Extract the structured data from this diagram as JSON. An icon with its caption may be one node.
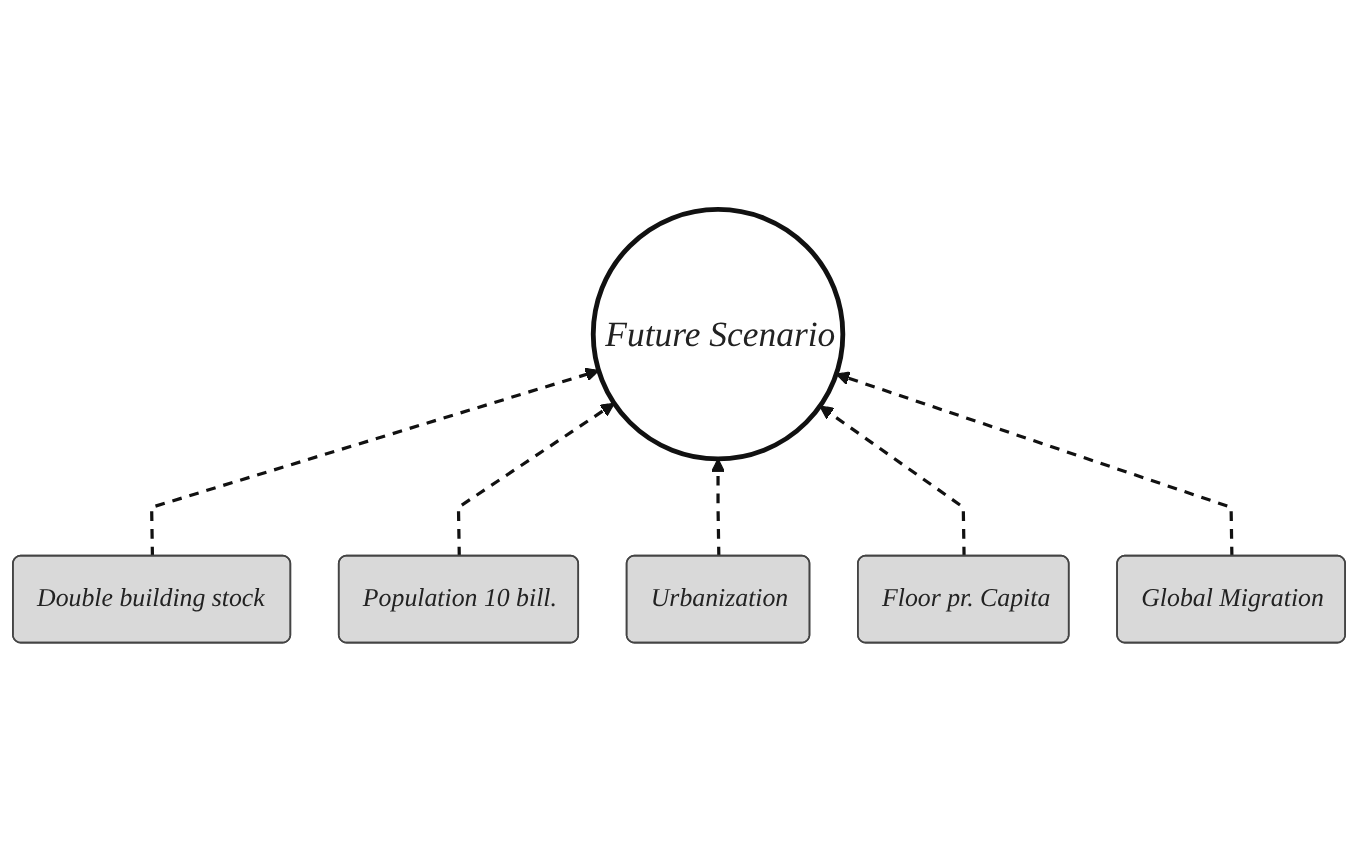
{
  "diagram": {
    "nodes": [
      {
        "text": [
          "Future Scenario"
        ]
      },
      {
        "text": [
          "Double building stock"
        ]
      },
      {
        "text": [
          "Population 10 bill."
        ]
      },
      {
        "text": [
          "Urbanization"
        ]
      },
      {
        "text": [
          "Floor pr. Capita"
        ]
      },
      {
        "text": [
          "Global Migration"
        ]
      }
    ],
    "edges": [
      {
        "from": 1,
        "to": 0,
        "arrow": "to",
        "style": "dashed"
      },
      {
        "from": 2,
        "to": 0,
        "arrow": "to",
        "style": "dashed"
      },
      {
        "from": 3,
        "to": 0,
        "arrow": "to",
        "style": "dashed"
      },
      {
        "from": 4,
        "to": 0,
        "arrow": "to",
        "style": "dashed"
      },
      {
        "from": 5,
        "to": 0,
        "arrow": "to",
        "style": "dashed"
      }
    ]
  }
}
